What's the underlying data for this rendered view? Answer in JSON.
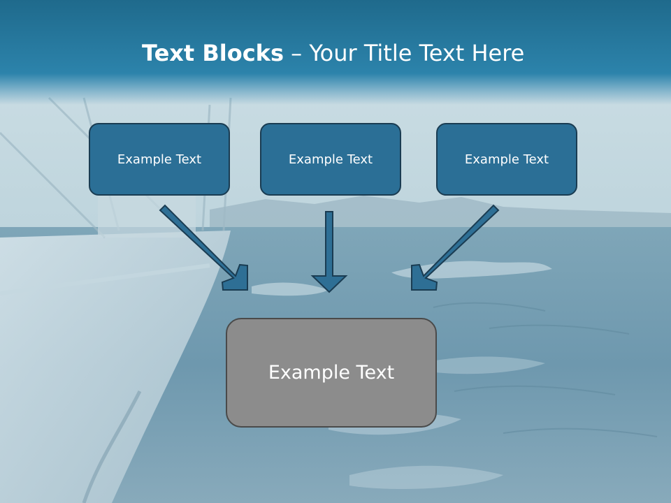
{
  "title": {
    "bold": "Text Blocks",
    "dash": " – ",
    "rest": "Your Title Text Here"
  },
  "blocks": {
    "left": "Example Text",
    "center": "Example Text",
    "right": "Example Text",
    "bottom": "Example Text"
  },
  "colors": {
    "title_band": "#2c83ab",
    "top_box_fill": "#2b6f96",
    "bottom_box_fill": "#8c8c8c",
    "arrow_fill": "#2e6f95"
  }
}
